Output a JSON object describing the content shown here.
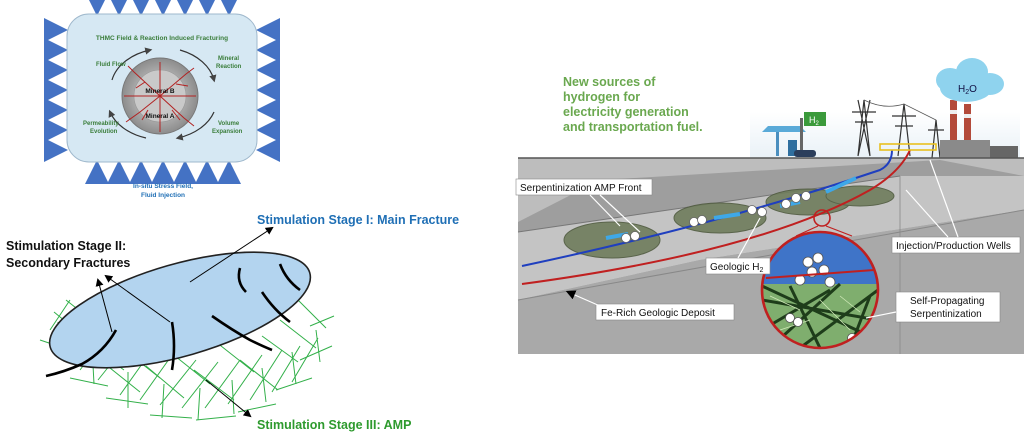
{
  "thmc": {
    "title": "THMC Field & Reaction Induced Fracturing",
    "fluid_flow": "Fluid Flow",
    "mineral_reaction_1": "Mineral",
    "mineral_reaction_2": "Reaction",
    "volume_expansion_1": "Volume",
    "volume_expansion_2": "Expansion",
    "permeability_1": "Permeability",
    "permeability_2": "Evolution",
    "mineral_b": "Mineral B",
    "mineral_a": "Mineral A",
    "stress_1": "In-situ Stress Field,",
    "stress_2": "Fluid Injection"
  },
  "stages": {
    "stage1": "Stimulation Stage I: Main Fracture",
    "stage2_line1": "Stimulation Stage II:",
    "stage2_line2": "Secondary Fractures",
    "stage3": "Stimulation Stage III: AMP"
  },
  "hydrogen": {
    "headline": [
      "New sources of",
      "hydrogen for",
      "electricity generation",
      "and transportation fuel."
    ],
    "h2_sign": "H",
    "h2_sub": "2",
    "h2o": "H",
    "h2o_sub": "2",
    "h2o_end": "O",
    "front_label": "Serpentinization AMP Front",
    "wells_label": "Injection/Production Wells",
    "geologic_label": "Geologic H",
    "geologic_sub": "2",
    "deposit_label": "Fe-Rich Geologic Deposit",
    "serp_line1": "Self-Propagating",
    "serp_line2": "Serpentinization"
  },
  "colors": {
    "blue_label": "#1f6fb5",
    "green_label": "#2e9a2e",
    "headline_green": "#6aa84f",
    "arrow_blue": "#4472c4"
  }
}
